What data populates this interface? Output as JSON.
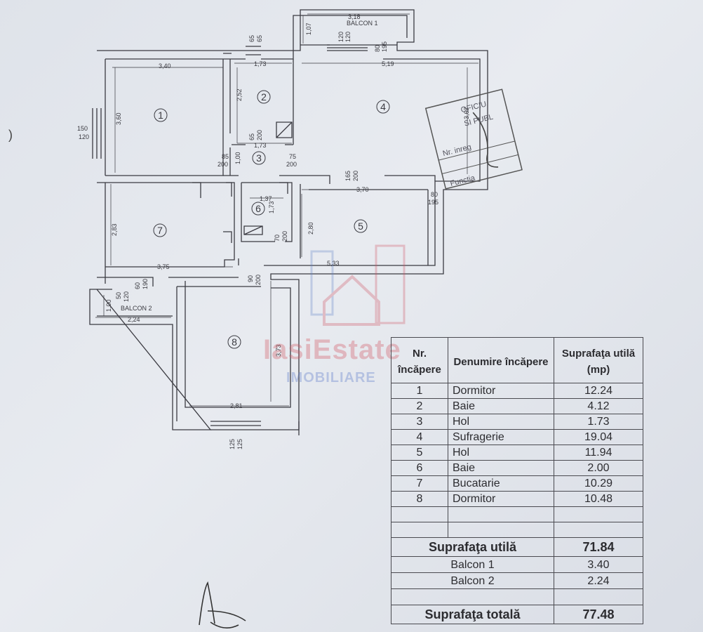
{
  "plan": {
    "rooms": {
      "r1": "1",
      "r2": "2",
      "r3": "3",
      "r4": "4",
      "r5": "5",
      "r6": "6",
      "r7": "7",
      "r8": "8"
    },
    "balcon1": "BALCON 1",
    "balcon2": "BALCON 2",
    "dims": {
      "d_318": "3,18",
      "d_107": "1,07",
      "d_65a": "65",
      "d_65b": "65",
      "d_120a": "120",
      "d_120b": "120",
      "d_80": "80",
      "d_195": "195",
      "d_340": "3,40",
      "d_173a": "1,73",
      "d_519": "5,19",
      "d_360": "3,60",
      "d_252": "2,52",
      "d_367": "3,67",
      "d_150": "150",
      "d_120c": "120",
      "d_65c": "65",
      "d_200a": "200",
      "d_173b": "1,73",
      "d_85": "85",
      "d_200b": "200",
      "d_100a": "1,00",
      "d_75": "75",
      "d_200c": "200",
      "d_165": "165",
      "d_200d": "200",
      "d_370": "3,70",
      "d_80b": "80",
      "d_195b": "195",
      "d_137": "1,37",
      "d_173c": "1,73",
      "d_283": "2,83",
      "d_70": "70",
      "d_200e": "200",
      "d_280": "2,80",
      "d_375": "3,75",
      "d_533": "5,33",
      "d_90": "90",
      "d_200f": "200",
      "d_60": "60",
      "d_190": "190",
      "d_50": "50",
      "d_120d": "120",
      "d_100b": "1,00",
      "d_224": "2,24",
      "d_373": "3,73",
      "d_281": "2,81",
      "d_125a": "125",
      "d_125b": "125"
    },
    "left_mark": ")"
  },
  "stamp": {
    "line1": "OFICIU",
    "line2": "SI PUBL",
    "line3": "Nr. inreg",
    "line4": "Functia"
  },
  "watermark": {
    "brand": "IasiEstate",
    "sub": "IMOBILIARE"
  },
  "table": {
    "headers": [
      "Nr. încăpere",
      "Denumire încăpere",
      "Suprafaţa utilă (mp)"
    ],
    "rows": [
      {
        "nr": "1",
        "name": "Dormitor",
        "area": "12.24"
      },
      {
        "nr": "2",
        "name": "Baie",
        "area": "4.12"
      },
      {
        "nr": "3",
        "name": "Hol",
        "area": "1.73"
      },
      {
        "nr": "4",
        "name": "Sufragerie",
        "area": "19.04"
      },
      {
        "nr": "5",
        "name": "Hol",
        "area": "11.94"
      },
      {
        "nr": "6",
        "name": "Baie",
        "area": "2.00"
      },
      {
        "nr": "7",
        "name": "Bucatarie",
        "area": "10.29"
      },
      {
        "nr": "8",
        "name": "Dormitor",
        "area": "10.48"
      }
    ],
    "useful_label": "Suprafaţa utilă",
    "useful_value": "71.84",
    "balcony1_label": "Balcon 1",
    "balcony1_value": "3.40",
    "balcony2_label": "Balcon 2",
    "balcony2_value": "2.24",
    "total_label": "Suprafaţa totală",
    "total_value": "77.48"
  }
}
